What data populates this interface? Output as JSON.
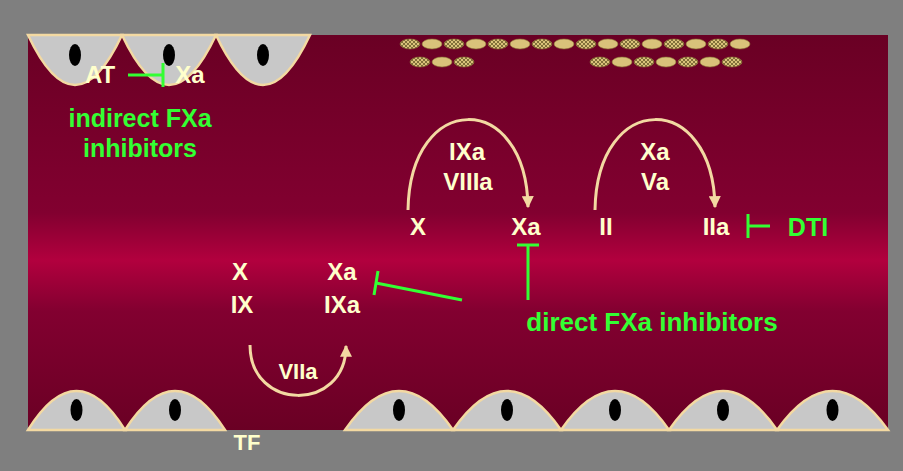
{
  "diagram": {
    "labels": [
      "AT",
      "Xa",
      "indirect FXa inhibitors",
      "IXa",
      "VIIIa",
      "Xa",
      "Va",
      "X",
      "Xa",
      "II",
      "IIa",
      "DTI",
      "X",
      "Xa",
      "IX",
      "IXa",
      "direct FXa inhibitors",
      "VIIa",
      "TF"
    ]
  }
}
